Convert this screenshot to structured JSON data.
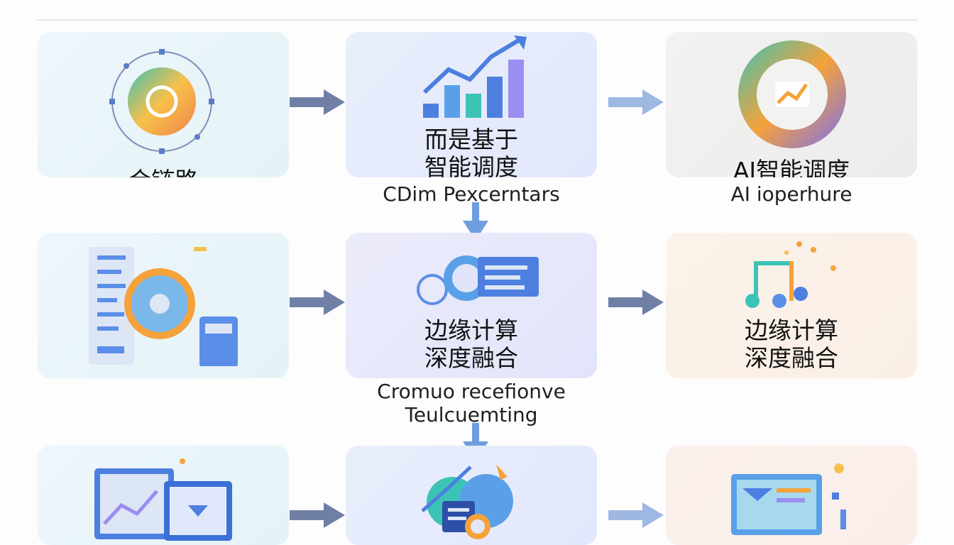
{
  "rows": [
    {
      "cards": [
        {
          "label_lines": [
            "合链路"
          ],
          "subtitle_lines": []
        },
        {
          "label_lines": [
            "而是基于",
            "智能调度"
          ],
          "subtitle_lines": [
            "CDim Pexcerntars"
          ]
        },
        {
          "label_lines": [
            "AI智能调度"
          ],
          "subtitle_lines": [
            "AI ioperhure"
          ]
        }
      ]
    },
    {
      "cards": [
        {
          "label_lines": [],
          "subtitle_lines": []
        },
        {
          "label_lines": [
            "边缘计算",
            "深度融合"
          ],
          "subtitle_lines": [
            "Cromuo recefionve",
            "Teulcuemting"
          ]
        },
        {
          "label_lines": [
            "边缘计算",
            "深度融合"
          ],
          "subtitle_lines": []
        }
      ]
    },
    {
      "cards": [
        {
          "label_lines": [],
          "subtitle_lines": []
        },
        {
          "label_lines": [],
          "subtitle_lines": []
        },
        {
          "label_lines": [],
          "subtitle_lines": []
        }
      ]
    }
  ],
  "colors": {
    "arrow_dark": "#6f7fa6",
    "arrow_light": "#9fb8e2",
    "accent_blue": "#4d7fe0",
    "accent_orange": "#f5a23a",
    "accent_teal": "#3cc3b5"
  }
}
